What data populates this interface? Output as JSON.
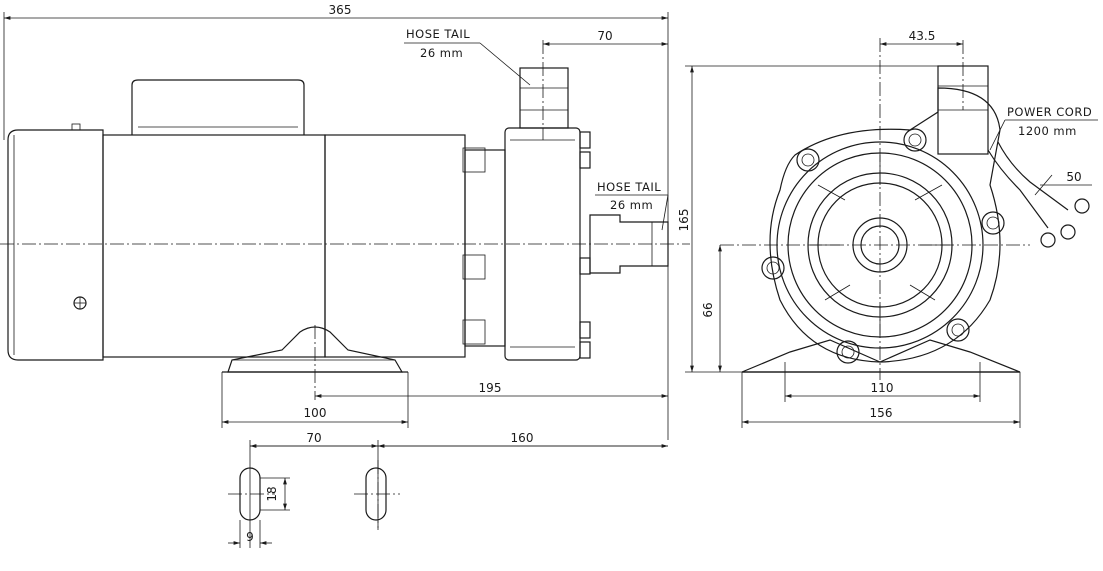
{
  "labels": {
    "hose_tail_top": "HOSE TAIL",
    "hose_tail_top_size": "26 mm",
    "hose_tail_side": "HOSE TAIL",
    "hose_tail_side_size": "26 mm",
    "power_cord": "POWER CORD",
    "power_cord_length": "1200 mm"
  },
  "dimensions": {
    "overall_length": "365",
    "outlet_offset": "70",
    "height": "165",
    "mount_spacing": "195",
    "base_length": "100",
    "slot_spacing": "70",
    "slot_to_end": "160",
    "slot_length": "18",
    "slot_width": "9",
    "outlet_center_offset": "43.5",
    "cord_lead": "50",
    "shaft_height": "66",
    "base_hole_spacing": "110",
    "base_width": "156"
  }
}
